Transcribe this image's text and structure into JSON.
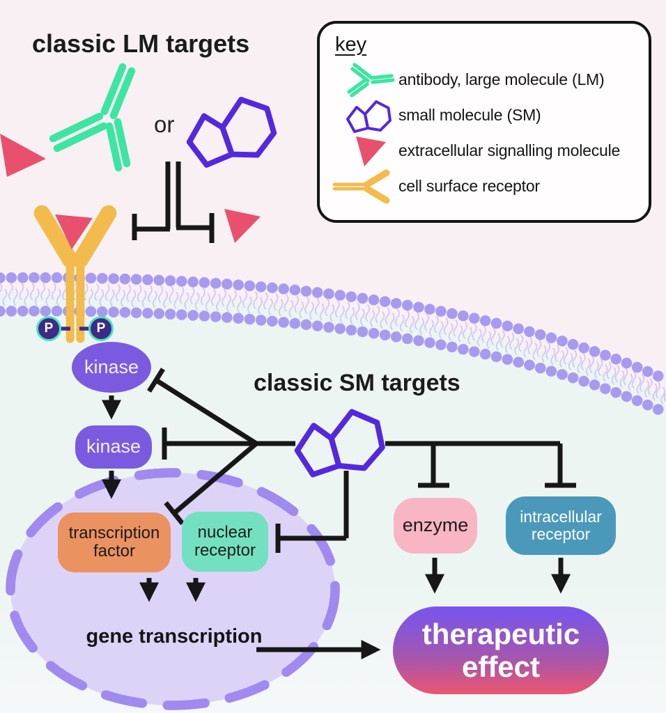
{
  "titles": {
    "lm": "classic LM targets",
    "sm": "classic SM targets"
  },
  "labels": {
    "or": "or",
    "phospho": "P",
    "gene_transcription": "gene transcription"
  },
  "key": {
    "heading": "key",
    "items": [
      {
        "icon": "antibody-icon",
        "label": "antibody, large molecule (LM)"
      },
      {
        "icon": "small-molecule-icon",
        "label": "small molecule (SM)"
      },
      {
        "icon": "signalling-molecule-icon",
        "label": "extracellular signalling molecule"
      },
      {
        "icon": "cell-surface-receptor-icon",
        "label": "cell surface receptor"
      }
    ]
  },
  "nodes": {
    "kinase1": "kinase",
    "kinase2": "kinase",
    "transcription_factor": "transcription factor",
    "nuclear_receptor": "nuclear receptor",
    "enzyme": "enzyme",
    "intracellular_receptor": "intracellular receptor",
    "therapeutic_effect": "therapeutic effect"
  },
  "colors": {
    "antibody_green": "#3ce5a2",
    "molecule_purple": "#5328de",
    "signal_red": "#e8506e",
    "receptor_yellow": "#f2bb4c",
    "kinase_purple": "#7a5be0",
    "membrane_lavender": "#a79bf0",
    "nucleus_fill": "#ddd3f7",
    "nucleus_border": "#a089ef",
    "tf_orange": "#eb9261",
    "nr_teal": "#73e1c1",
    "enzyme_pink": "#f8b5c3",
    "ir_blue": "#4a99ba",
    "effect_gradient_top": "#7b55e8",
    "effect_gradient_bottom": "#ec5570"
  }
}
